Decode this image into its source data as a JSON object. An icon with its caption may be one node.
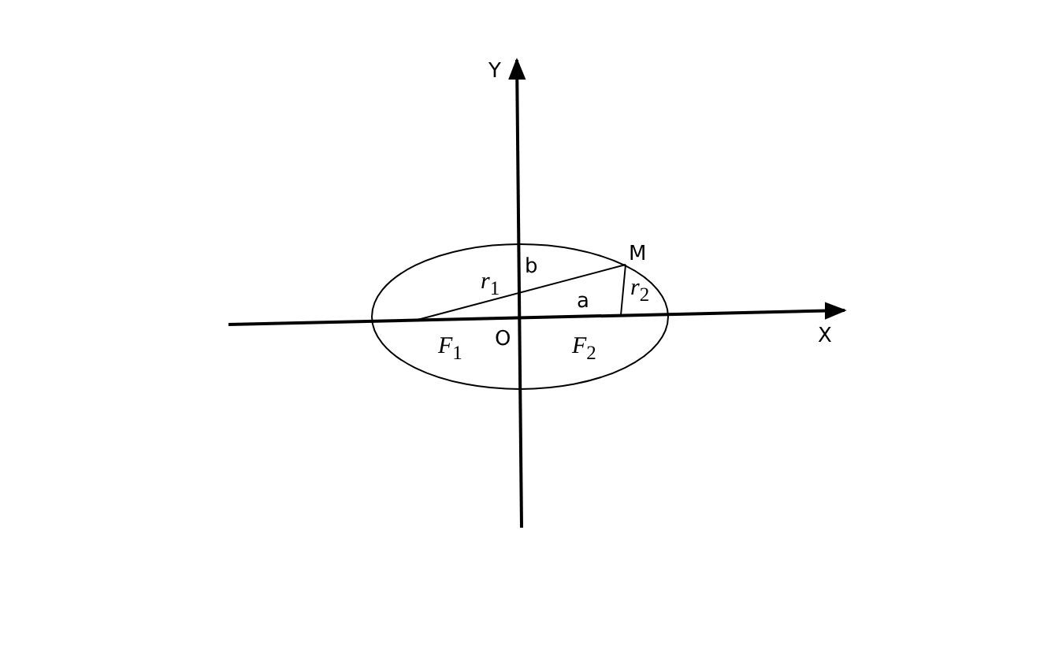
{
  "diagram": {
    "labels": [
      "Y",
      "M",
      "b",
      "*r*$_{1}$",
      "a",
      "*r*$_{2}$",
      "X",
      "O",
      "*F*$_{1}$",
      "*F*$_{2}$"
    ]
  }
}
